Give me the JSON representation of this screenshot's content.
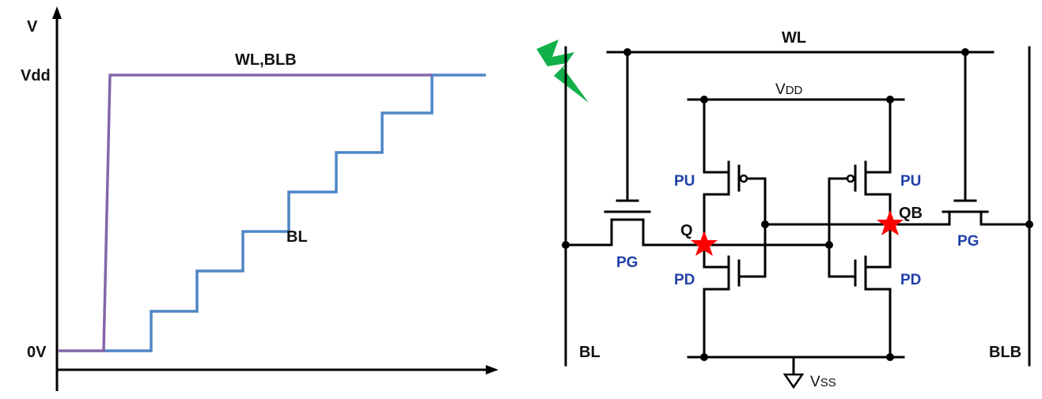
{
  "waveform": {
    "axis_y_label": "V",
    "tick_vdd": "Vdd",
    "tick_0v": "0V",
    "label_wl_blb": "WL,BLB",
    "label_bl": "BL",
    "colors": {
      "wl_blb": "#8466a8",
      "bl": "#4f86c6",
      "axis": "#000000"
    }
  },
  "circuit": {
    "wl": "WL",
    "vdd": "VDD",
    "vss": "VSS",
    "bl": "BL",
    "blb": "BLB",
    "node_q": "Q",
    "node_qb": "QB",
    "pu_left": "PU",
    "pu_right": "PU",
    "pd_left": "PD",
    "pd_right": "PD",
    "pg_left": "PG",
    "pg_right": "PG",
    "radiation_icon": "lightning-bolt-icon",
    "strike_marker": "star-icon",
    "colors": {
      "transistor_label": "#1f3fa8",
      "star": "#ff0000",
      "bolt": "#12b04a",
      "wire": "#000000"
    }
  }
}
